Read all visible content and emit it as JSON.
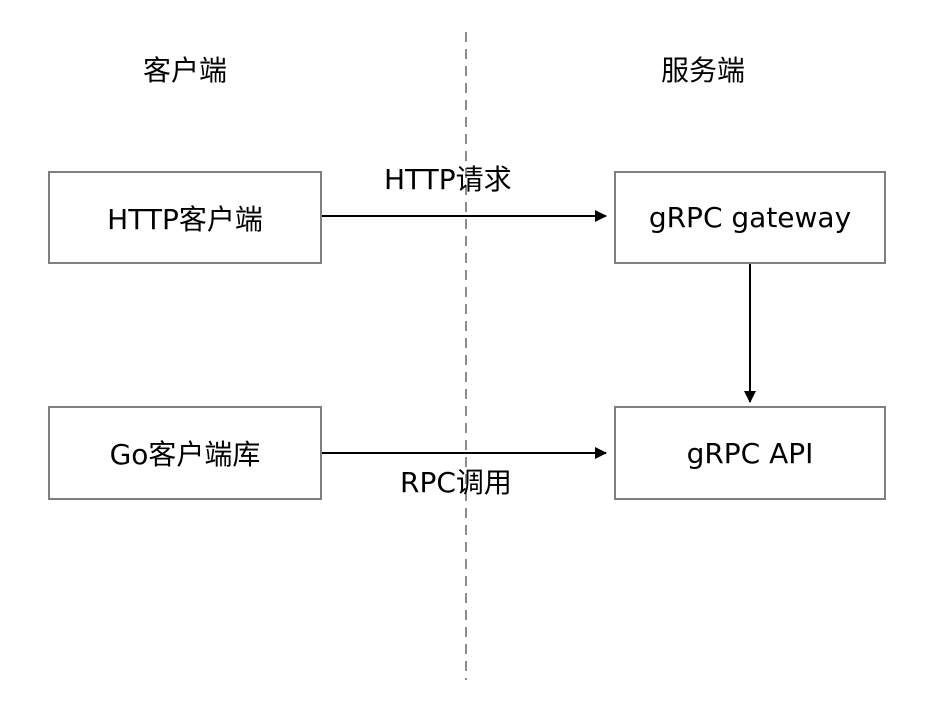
{
  "columns": {
    "client": "客户端",
    "server": "服务端"
  },
  "nodes": {
    "http_client": "HTTP客户端",
    "go_client_lib": "Go客户端库",
    "grpc_gateway": "gRPC gateway",
    "grpc_api": "gRPC API"
  },
  "edges": {
    "http_request": "HTTP请求",
    "rpc_call": "RPC调用"
  },
  "colors": {
    "box_border": "#7f7f7f",
    "divider": "#8c8c8c",
    "arrow": "#000000"
  }
}
